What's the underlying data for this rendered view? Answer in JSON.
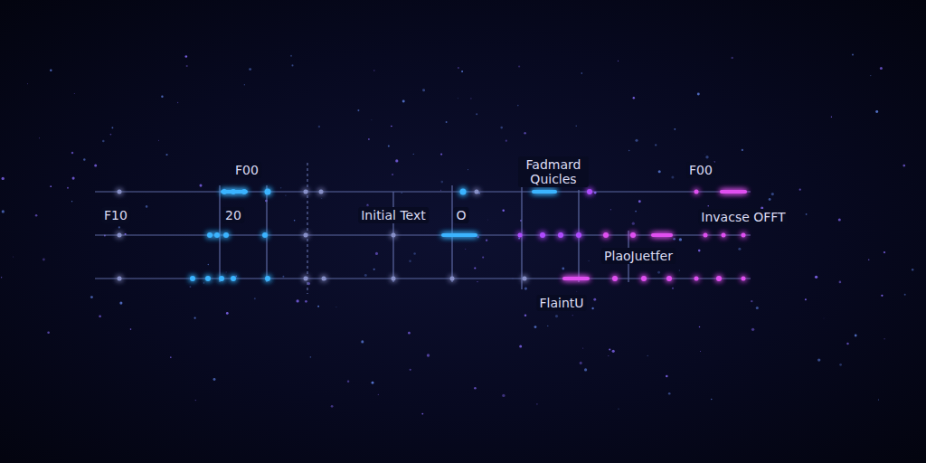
{
  "diagram": {
    "labels": [
      "F00",
      "F10",
      "20",
      "Initial Text",
      "O",
      "Fadmard Quicles",
      "F00",
      "Invacse OFFT",
      "PlaoJuetfer",
      "FlaintU"
    ]
  }
}
